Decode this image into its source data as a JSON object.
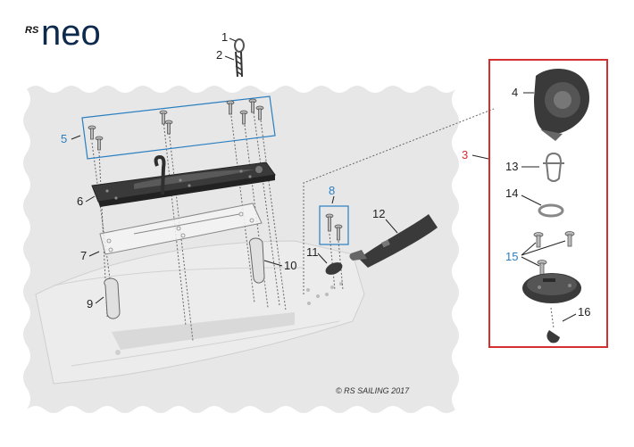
{
  "logo": {
    "prefix": "RS",
    "word": "neo"
  },
  "copyright": "© RS SAILING 2017",
  "callouts": [
    {
      "id": "1",
      "label": "1",
      "color": "#222222"
    },
    {
      "id": "2",
      "label": "2",
      "color": "#222222"
    },
    {
      "id": "3",
      "label": "3",
      "color": "#d32f2f"
    },
    {
      "id": "4",
      "label": "4",
      "color": "#222222"
    },
    {
      "id": "5",
      "label": "5",
      "color": "#2a7fc1"
    },
    {
      "id": "6",
      "label": "6",
      "color": "#222222"
    },
    {
      "id": "7",
      "label": "7",
      "color": "#222222"
    },
    {
      "id": "8",
      "label": "8",
      "color": "#2a7fc1"
    },
    {
      "id": "9",
      "label": "9",
      "color": "#222222"
    },
    {
      "id": "10",
      "label": "10",
      "color": "#222222"
    },
    {
      "id": "11",
      "label": "11",
      "color": "#222222"
    },
    {
      "id": "12",
      "label": "12",
      "color": "#222222"
    },
    {
      "id": "13",
      "label": "13",
      "color": "#222222"
    },
    {
      "id": "14",
      "label": "14",
      "color": "#222222"
    },
    {
      "id": "15",
      "label": "15",
      "color": "#2a7fc1"
    },
    {
      "id": "16",
      "label": "16",
      "color": "#222222"
    }
  ],
  "colors": {
    "group_blue": "#2a7fc1",
    "group_red": "#d32f2f",
    "hull": "#e7e7e7",
    "part_dark": "#3a3a3a"
  }
}
